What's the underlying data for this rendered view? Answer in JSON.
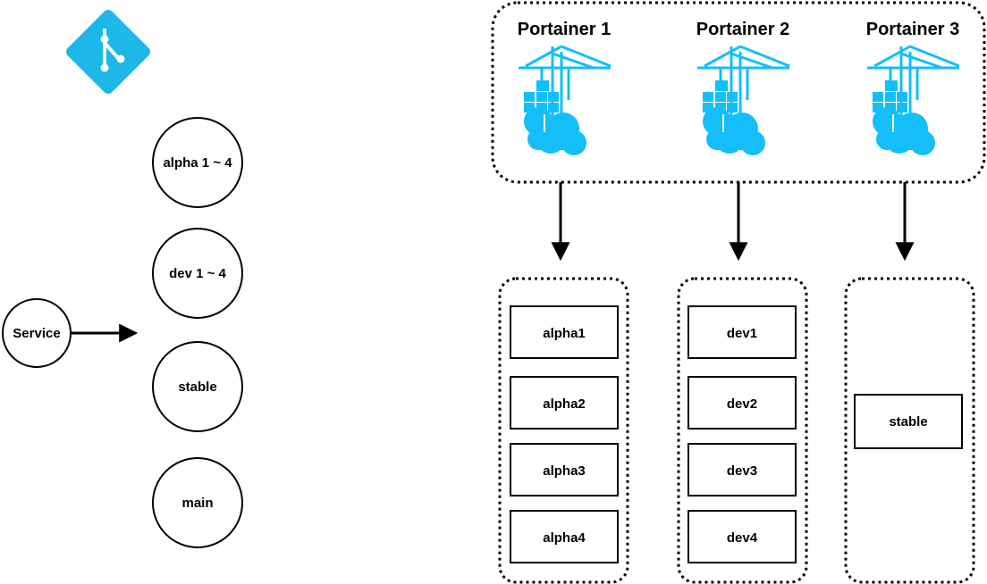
{
  "git": {
    "icon": "git-icon",
    "color": "#1db7e8",
    "branches": [
      "alpha 1 ~ 4",
      "dev 1 ~ 4",
      "stable",
      "main"
    ]
  },
  "service": {
    "label": "Service"
  },
  "portainers": [
    {
      "title": "Portainer 1",
      "containers": [
        "alpha1",
        "alpha2",
        "alpha3",
        "alpha4"
      ]
    },
    {
      "title": "Portainer 2",
      "containers": [
        "dev1",
        "dev2",
        "dev3",
        "dev4"
      ]
    },
    {
      "title": "Portainer 3",
      "containers": [
        "stable"
      ]
    }
  ],
  "colors": {
    "portainer_blue": "#13bef9",
    "stroke": "#000000"
  }
}
